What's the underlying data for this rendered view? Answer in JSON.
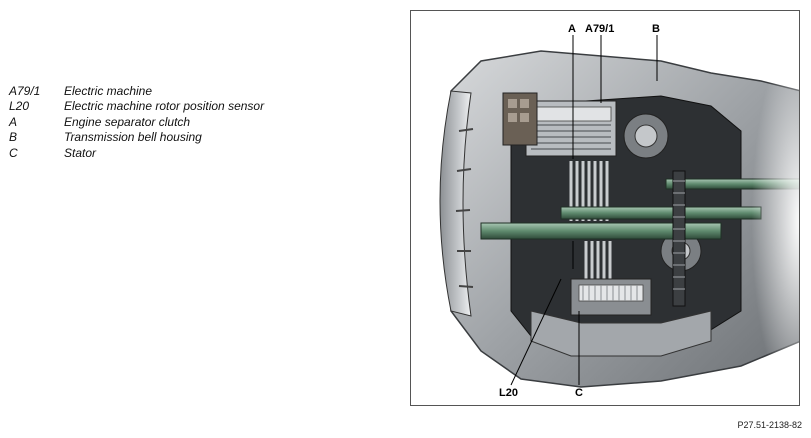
{
  "legend": [
    {
      "code": "A79/1",
      "description": "Electric machine"
    },
    {
      "code": "L20",
      "description": "Electric machine rotor position sensor"
    },
    {
      "code": "A",
      "description": "Engine separator clutch"
    },
    {
      "code": "B",
      "description": "Transmission bell housing"
    },
    {
      "code": "C",
      "description": "Stator"
    }
  ],
  "callouts": {
    "a": "A",
    "a79_1": "A79/1",
    "b": "B",
    "l20": "L20",
    "c": "C"
  },
  "figure_id": "P27.51-2138-82"
}
